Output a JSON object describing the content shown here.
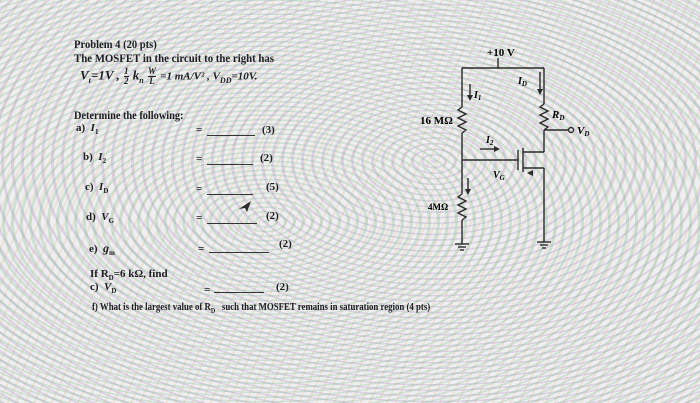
{
  "problem": {
    "title": "Problem 4 (20 pts)",
    "statement": "The MOSFET in the circuit to the right has",
    "params": {
      "vt": "V",
      "vt_sub": "t",
      "vt_val": "=1V ,",
      "half_num": "1",
      "half_den": "2",
      "kn": "k",
      "kn_sub": "n",
      "w_num": "W",
      "l_den": "L",
      "k_val": "=1 mA/V² , V",
      "vdd_sub": "DD",
      "vdd_val": "=10V."
    },
    "determine": "Determine the following:",
    "items": [
      {
        "letter": "a)",
        "sym": "I",
        "sub": "1",
        "pts": "(3)"
      },
      {
        "letter": "b)",
        "sym": "I",
        "sub": "2",
        "pts": "(2)"
      },
      {
        "letter": "c)",
        "sym": "I",
        "sub": "D",
        "pts": "(5)"
      },
      {
        "letter": "d)",
        "sym": "V",
        "sub": "G",
        "pts": "(2)"
      },
      {
        "letter": "e)",
        "sym": "g",
        "sub": "m",
        "pts": "(2)"
      }
    ],
    "if_text": "If R",
    "if_sub": "D",
    "if_rest": "=6 kΩ,  find",
    "item_g": {
      "letter": "c)",
      "sym": "V",
      "sub": "D",
      "pts": "(2)"
    },
    "final": "f) What is the largest value of R",
    "final_sub": "D",
    "final_rest": "such that MOSFET remains in saturation region (4 pts)",
    "equals": "="
  },
  "circuit": {
    "vsupply": "+10 V",
    "r1": "16 MΩ",
    "r2": "4MΩ",
    "rd": "R",
    "rd_sub": "D",
    "i1": "I",
    "i1_sub": "1",
    "i2": "I",
    "i2_sub": "2",
    "id": "I",
    "id_sub": "D",
    "vg": "V",
    "vg_sub": "G",
    "vd": "V",
    "vd_sub": "D"
  },
  "colors": {
    "ink": "#1d1d22",
    "circuit_line": "#2a2a2a"
  }
}
